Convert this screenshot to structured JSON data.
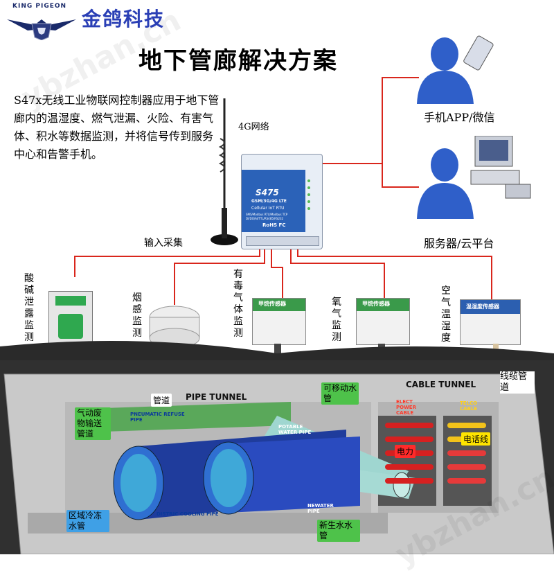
{
  "brand": {
    "english": "KING PIGEON",
    "chinese": "金鸽科技"
  },
  "title": "地下管廊解决方案",
  "description": "S47x无线工业物联网控制器应用于地下管廊内的温湿度、燃气泄漏、火险、有害气体、积水等数据监测，并将信号传到服务中心和告警手机。",
  "network_label": "4G网络",
  "device": {
    "model": "S475",
    "line1": "GSM/3G/4G LTE",
    "line2": "Cellular IoT RTU",
    "line3": "SMS/Modbus RTU/Modbus TCP",
    "line4": "DI/DO/AI/TTL/RS485/RS232",
    "certs": "RoHS FC"
  },
  "input_label": "输入采集",
  "right_labels": {
    "app": "手机APP/微信",
    "server": "服务器/云平台"
  },
  "sensors": [
    {
      "label": "酸碱泄露监测"
    },
    {
      "label": "烟感监测"
    },
    {
      "label": "有毒气体监测",
      "device_text": "甲烷传感器"
    },
    {
      "label": "氧气监测",
      "device_text": "甲烷传感器"
    },
    {
      "label": "空气温湿度",
      "device_text": "温湿度传感器"
    }
  ],
  "tunnel": {
    "pipe_tunnel": "PIPE TUNNEL",
    "pipe_tunnel_cn": "管道",
    "cable_tunnel": "CABLE TUNNEL",
    "cable_tunnel_cn": "线缆管道",
    "pneumatic_en": "PNEUMATIC REFUSE PIPE",
    "pneumatic_cn": "气动废物输送管道",
    "potable_en": "POTABLE WATER PIPE",
    "potable_cn": "可移动水管",
    "cooling_en": "DISTRIC COOLING PIPE",
    "cooling_cn": "区域冷冻水管",
    "newater_en": "NEWATER PIPE",
    "newater_cn": "新生水水管",
    "power_en": "ELECT POWER CABLE",
    "power_cn": "电力",
    "telco_en": "TELCO CABLE",
    "telco_cn": "电话线"
  },
  "colors": {
    "line": "#d9261c",
    "brand": "#2a3fb5",
    "tunnel": "#c9c9c9",
    "pipe_blue": "#2f52c9"
  }
}
